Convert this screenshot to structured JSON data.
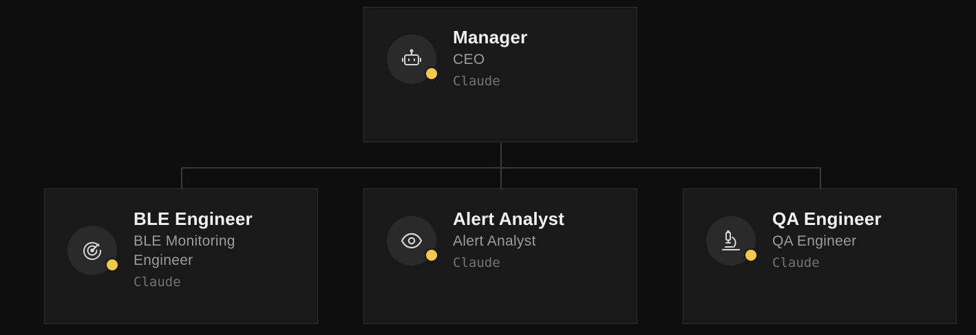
{
  "colors": {
    "background": "#0e0e0e",
    "card": "#191919",
    "card_border": "#303030",
    "connector": "#3a3a3a",
    "status_dot": "#f2c94c"
  },
  "nodes": {
    "manager": {
      "name": "Manager",
      "role": "CEO",
      "model": "Claude",
      "icon": "robot-icon",
      "status": "yellow"
    },
    "ble": {
      "name": "BLE Engineer",
      "role": "BLE Monitoring Engineer",
      "model": "Claude",
      "icon": "radar-icon",
      "status": "yellow"
    },
    "alert": {
      "name": "Alert Analyst",
      "role": "Alert Analyst",
      "model": "Claude",
      "icon": "eye-icon",
      "status": "yellow"
    },
    "qa": {
      "name": "QA Engineer",
      "role": "QA Engineer",
      "model": "Claude",
      "icon": "microscope-icon",
      "status": "yellow"
    }
  }
}
